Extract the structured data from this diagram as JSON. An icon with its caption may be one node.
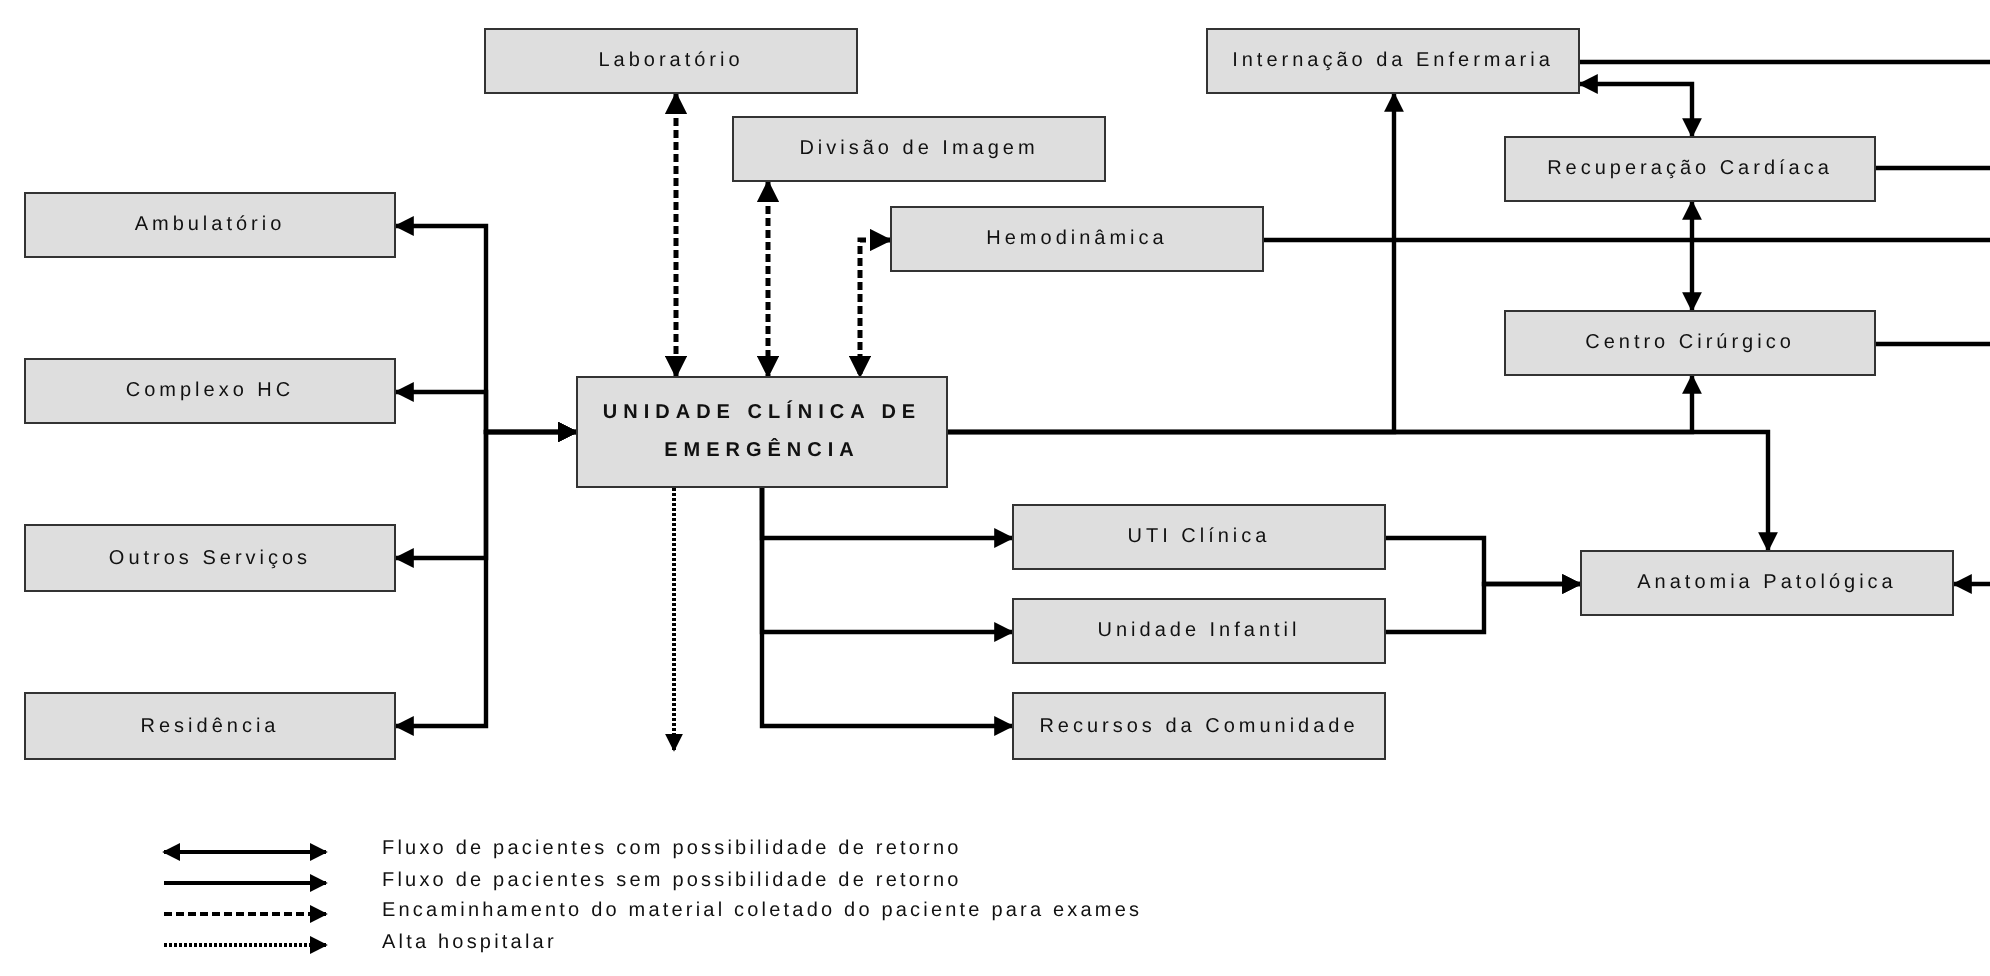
{
  "diagram": {
    "nodes": [
      {
        "text": [
          "Laboratório"
        ]
      },
      {
        "text": [
          "Divisão de Imagem"
        ]
      },
      {
        "text": [
          "Internação da Enfermaria"
        ]
      },
      {
        "text": [
          "Ambulatório"
        ]
      },
      {
        "text": [
          "Hemodinâmica"
        ]
      },
      {
        "text": [
          "Recuperação Cardíaca"
        ]
      },
      {
        "text": [
          "Centro Cirúrgico"
        ]
      },
      {
        "text": [
          "Complexo HC"
        ]
      },
      {
        "text": [
          "UNIDADE CLÍNICA DE EMERGÊNCIA"
        ]
      },
      {
        "text": [
          "Outros Serviços"
        ]
      },
      {
        "text": [
          "UTI Clínica"
        ]
      },
      {
        "text": [
          "Anatomia Patológica"
        ]
      },
      {
        "text": [
          "Unidade Infantil"
        ]
      },
      {
        "text": [
          "Residência"
        ]
      },
      {
        "text": [
          "Recursos da Comunidade"
        ]
      }
    ],
    "edges": [
      {
        "from": 0,
        "to": 8,
        "arrow": "both",
        "style": "dashed"
      },
      {
        "from": 1,
        "to": 8,
        "arrow": "both",
        "style": "dashed"
      },
      {
        "from": 4,
        "to": 8,
        "arrow": "both",
        "style": "dashed"
      },
      {
        "from": 8,
        "to": 3,
        "arrow": "both"
      },
      {
        "from": 8,
        "to": 7,
        "arrow": "both"
      },
      {
        "from": 8,
        "to": 9,
        "arrow": "both"
      },
      {
        "from": 8,
        "to": 13,
        "arrow": "both"
      },
      {
        "from": 8,
        "to": 2,
        "arrow": "to"
      },
      {
        "from": 8,
        "to": 6,
        "arrow": "to"
      },
      {
        "from": 8,
        "to": 11,
        "arrow": "to"
      },
      {
        "from": 2,
        "to": 5,
        "arrow": "both"
      },
      {
        "from": 5,
        "to": 6,
        "arrow": "both"
      },
      {
        "from": 8,
        "to": 10,
        "arrow": "to"
      },
      {
        "from": 8,
        "to": 12,
        "arrow": "to"
      },
      {
        "from": 8,
        "to": 14,
        "arrow": "to"
      },
      {
        "from": 10,
        "to": 11,
        "arrow": "to"
      },
      {
        "from": 12,
        "to": 11,
        "arrow": "to"
      },
      {
        "from": 8,
        "to": null,
        "arrow": "to",
        "style": "dashed"
      },
      {
        "from": 2,
        "to": null,
        "arrow": "none"
      },
      {
        "from": 5,
        "to": null,
        "arrow": "none"
      },
      {
        "from": 4,
        "to": null,
        "arrow": "none"
      },
      {
        "from": 6,
        "to": null,
        "arrow": "none"
      },
      {
        "from": null,
        "to": 11,
        "arrow": "to"
      }
    ],
    "legend": [
      {
        "text": "Fluxo de pacientes com possibilidade de retorno"
      },
      {
        "text": "Fluxo de pacientes sem possibilidade de retorno"
      },
      {
        "text": "Encaminhamento do material coletado do paciente para exames"
      },
      {
        "text": "Alta hospitalar"
      }
    ]
  }
}
